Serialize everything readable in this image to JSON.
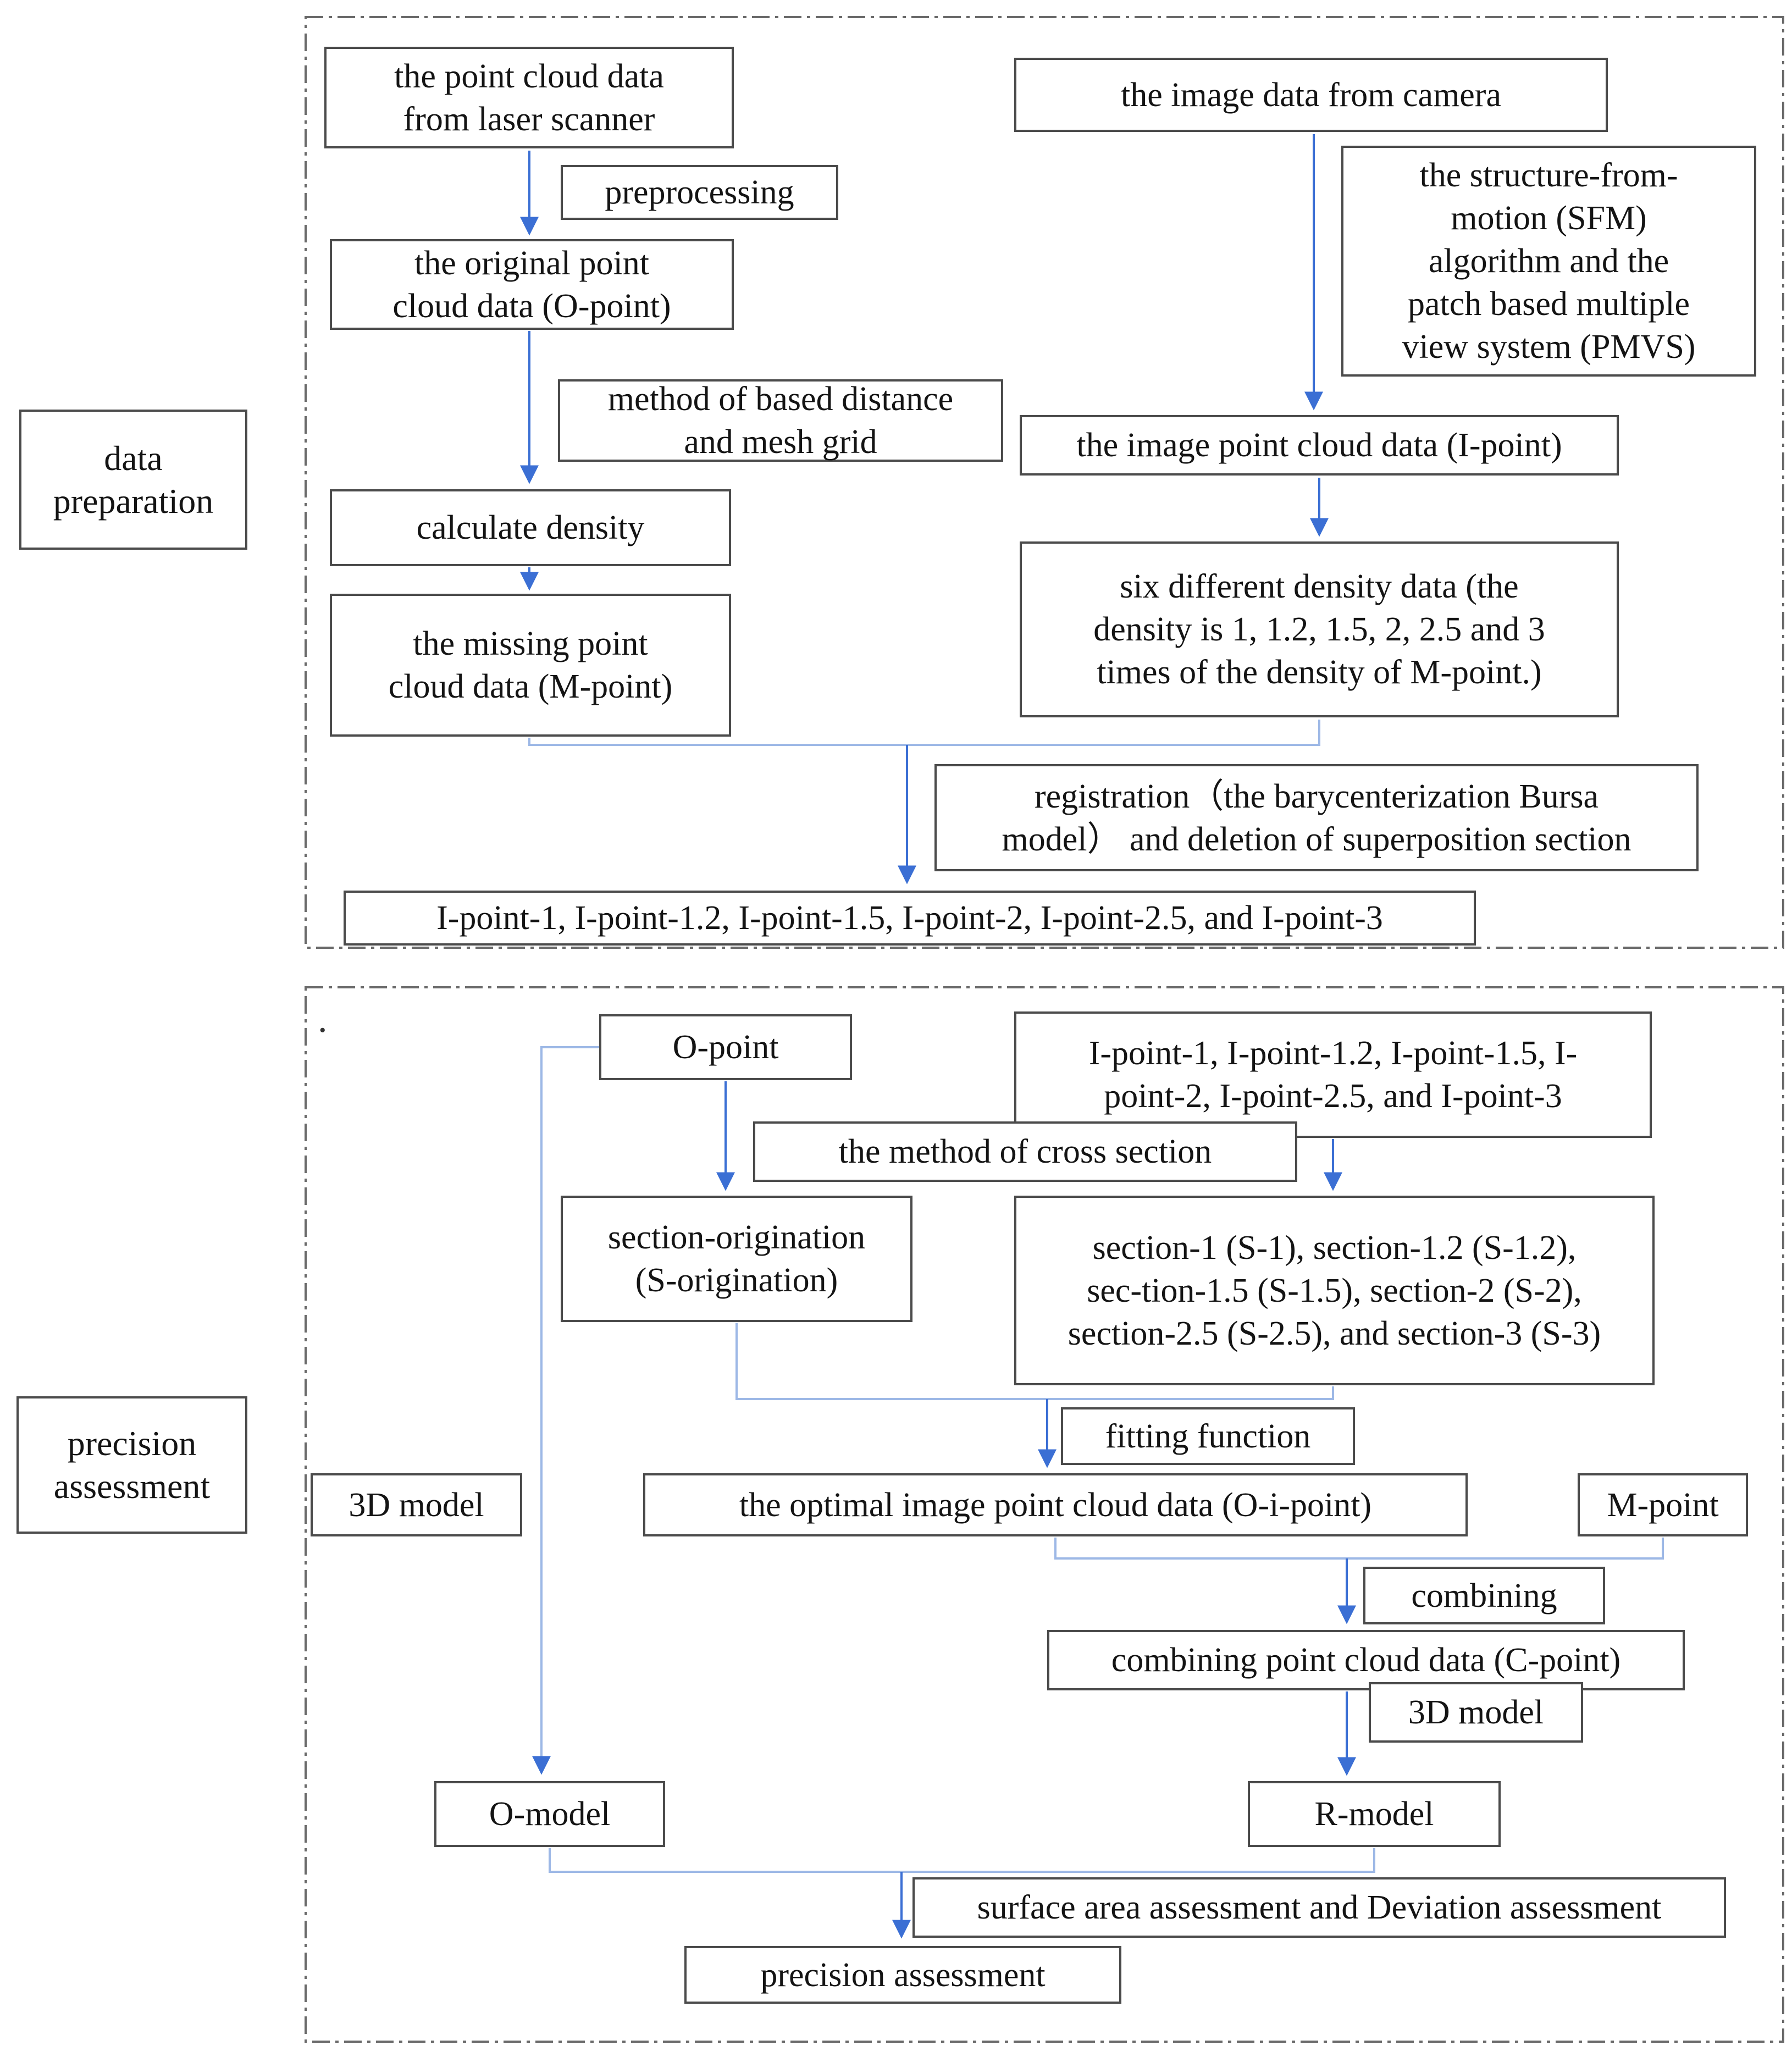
{
  "labels": {
    "data_preparation": {
      "lines": [
        "data",
        "preparation"
      ]
    },
    "precision_assessment": {
      "lines": [
        "precision",
        "assessment"
      ]
    }
  },
  "s1": {
    "laser": {
      "lines": [
        "the point cloud data",
        "from laser scanner"
      ]
    },
    "camera": {
      "text": "the image data from camera"
    },
    "preprocessing": {
      "text": "preprocessing"
    },
    "sfm": {
      "lines": [
        "the structure-from-",
        "motion (SFM)",
        "algorithm and the",
        "patch based multiple",
        "view system (PMVS)"
      ]
    },
    "opoint": {
      "lines": [
        "the original point",
        "cloud data (O-point)"
      ]
    },
    "method": {
      "lines": [
        "method of based distance",
        "and mesh grid"
      ]
    },
    "ipoint": {
      "text": "the image point cloud data (I-point)"
    },
    "calc": {
      "text": "calculate density"
    },
    "missing": {
      "lines": [
        "the missing point",
        "cloud data (M-point)"
      ]
    },
    "sixdensity": {
      "lines": [
        "six different density data (the",
        "density is 1, 1.2, 1.5, 2, 2.5  and 3",
        "times of the density of M-point.)"
      ]
    },
    "registration": {
      "lines": [
        "registration（the barycenterization Bursa",
        "model） and deletion of superposition section"
      ]
    },
    "ipointlist": {
      "text": "I-point-1, I-point-1.2, I-point-1.5, I-point-2, I-point-2.5, and I-point-3"
    }
  },
  "s2": {
    "stray_dot": ".",
    "opoint": {
      "text": "O-point"
    },
    "ipointlist": {
      "lines": [
        "I-point-1, I-point-1.2, I-point-1.5, I-",
        "point-2, I-point-2.5, and I-point-3"
      ]
    },
    "cross_method": {
      "text": "the method of cross section"
    },
    "sorigination": {
      "lines": [
        "section-origination",
        "(S-origination)"
      ]
    },
    "sections": {
      "lines": [
        "section-1 (S-1), section-1.2 (S-1.2),",
        "sec-tion-1.5 (S-1.5), section-2 (S-2),",
        "section-2.5 (S-2.5), and section-3 (S-3)"
      ]
    },
    "fitting": {
      "text": "fitting function"
    },
    "model3d_left": {
      "text": "3D model"
    },
    "optimal": {
      "text": "the optimal image point cloud data (O-i-point)"
    },
    "mpoint": {
      "text": "M-point"
    },
    "combining": {
      "text": "combining"
    },
    "cpoint": {
      "text": "combining point cloud data (C-point)"
    },
    "model3d_right": {
      "text": "3D model"
    },
    "omodel": {
      "text": "O-model"
    },
    "rmodel": {
      "text": "R-model"
    },
    "surface": {
      "text": "surface area assessment and Deviation assessment"
    },
    "precision": {
      "text": "precision assessment"
    }
  },
  "colors": {
    "arrow": "#3b6fd4",
    "connector_light": "#9db8e6",
    "box_border": "#4b4b4b",
    "section_border": "#6a6a6a",
    "text": "#141414"
  }
}
